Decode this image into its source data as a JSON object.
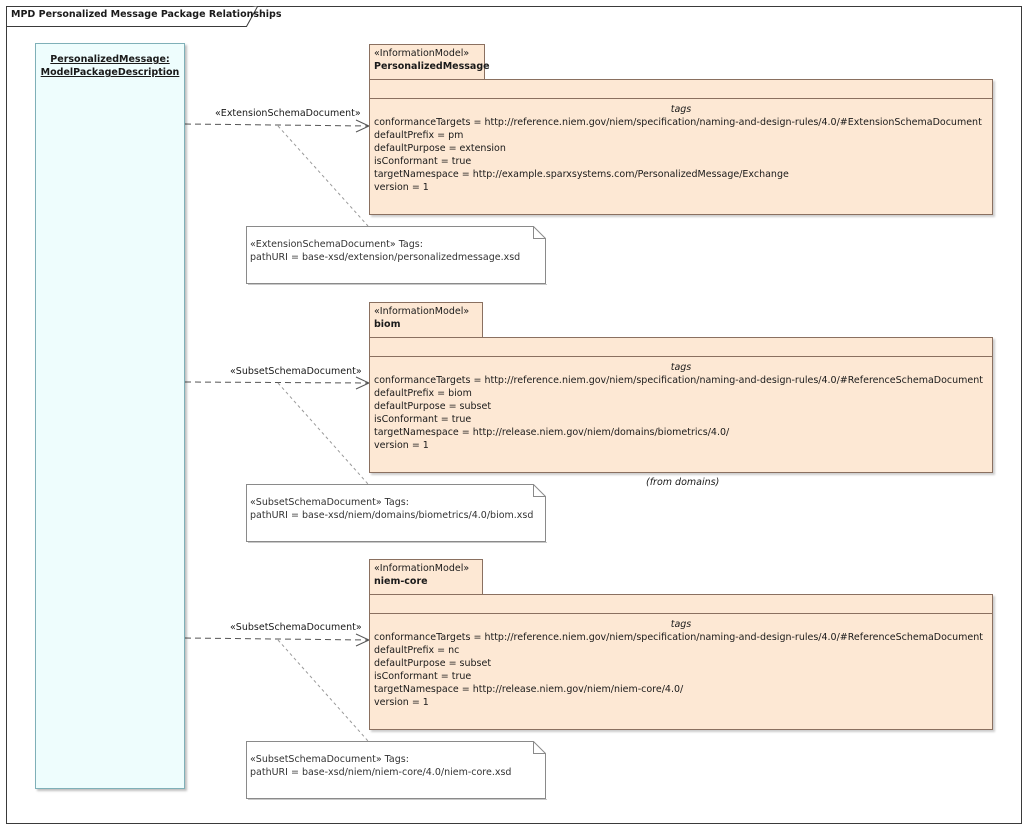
{
  "diagram": {
    "title": "MPD Personalized Message Package Relationships",
    "lifeline": {
      "line1": "PersonalizedMessage:",
      "line2": "ModelPackageDescription"
    },
    "packages": [
      {
        "stereotype": "«InformationModel»",
        "name": "PersonalizedMessage",
        "tags_header": "tags",
        "tags": [
          "conformanceTargets = http://reference.niem.gov/niem/specification/naming-and-design-rules/4.0/#ExtensionSchemaDocument",
          "defaultPrefix = pm",
          "defaultPurpose = extension",
          "isConformant = true",
          "targetNamespace = http://example.sparxsystems.com/PersonalizedMessage/Exchange",
          "version = 1"
        ],
        "from": ""
      },
      {
        "stereotype": "«InformationModel»",
        "name": "biom",
        "tags_header": "tags",
        "tags": [
          "conformanceTargets = http://reference.niem.gov/niem/specification/naming-and-design-rules/4.0/#ReferenceSchemaDocument",
          "defaultPrefix = biom",
          "defaultPurpose = subset",
          "isConformant = true",
          "targetNamespace = http://release.niem.gov/niem/domains/biometrics/4.0/",
          "version = 1"
        ],
        "from": "(from domains)"
      },
      {
        "stereotype": "«InformationModel»",
        "name": "niem-core",
        "tags_header": "tags",
        "tags": [
          "conformanceTargets = http://reference.niem.gov/niem/specification/naming-and-design-rules/4.0/#ReferenceSchemaDocument",
          "defaultPrefix = nc",
          "defaultPurpose = subset",
          "isConformant = true",
          "targetNamespace = http://release.niem.gov/niem/niem-core/4.0/",
          "version = 1"
        ],
        "from": ""
      }
    ],
    "edges": [
      {
        "label": "«ExtensionSchemaDocument»"
      },
      {
        "label": "«SubsetSchemaDocument»"
      },
      {
        "label": "«SubsetSchemaDocument»"
      }
    ],
    "notes": [
      {
        "line1": "«ExtensionSchemaDocument» Tags:",
        "line2": "pathURI = base-xsd/extension/personalizedmessage.xsd"
      },
      {
        "line1": "«SubsetSchemaDocument» Tags:",
        "line2": "pathURI = base-xsd/niem/domains/biometrics/4.0/biom.xsd"
      },
      {
        "line1": "«SubsetSchemaDocument» Tags:",
        "line2": "pathURI = base-xsd/niem/niem-core/4.0/niem-core.xsd"
      }
    ]
  }
}
